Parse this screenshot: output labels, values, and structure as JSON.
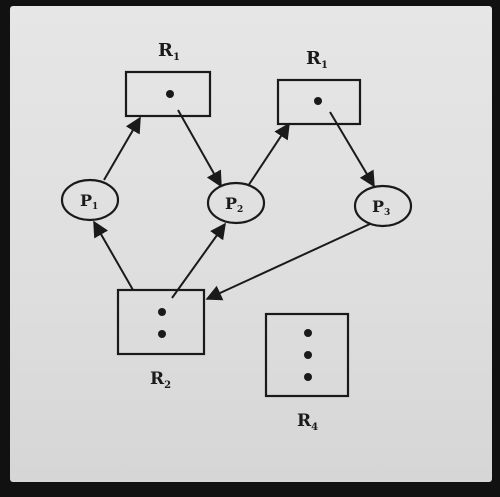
{
  "diagram": {
    "colors": {
      "ink": "#1a1a1a",
      "paper": "#e0e0e0",
      "background": "#111111"
    },
    "resources": [
      {
        "id": "R1",
        "label": "R",
        "sub": "1",
        "instances": 1
      },
      {
        "id": "R3",
        "label": "R",
        "sub": "1",
        "instances": 1
      },
      {
        "id": "R2",
        "label": "R",
        "sub": "2",
        "instances": 2
      },
      {
        "id": "R4",
        "label": "R",
        "sub": "4",
        "instances": 3
      }
    ],
    "processes": [
      {
        "id": "P1",
        "label": "P",
        "sub": "1"
      },
      {
        "id": "P2",
        "label": "P",
        "sub": "2"
      },
      {
        "id": "P3",
        "label": "P",
        "sub": "3"
      }
    ],
    "edges": [
      {
        "from": "P1",
        "to": "R1",
        "kind": "request"
      },
      {
        "from": "R1",
        "to": "P2",
        "kind": "assignment"
      },
      {
        "from": "P2",
        "to": "R3",
        "kind": "request"
      },
      {
        "from": "R3",
        "to": "P3",
        "kind": "assignment"
      },
      {
        "from": "R2",
        "to": "P1",
        "kind": "assignment"
      },
      {
        "from": "R2",
        "to": "P2",
        "kind": "assignment"
      },
      {
        "from": "P3",
        "to": "R2",
        "kind": "request"
      }
    ]
  }
}
